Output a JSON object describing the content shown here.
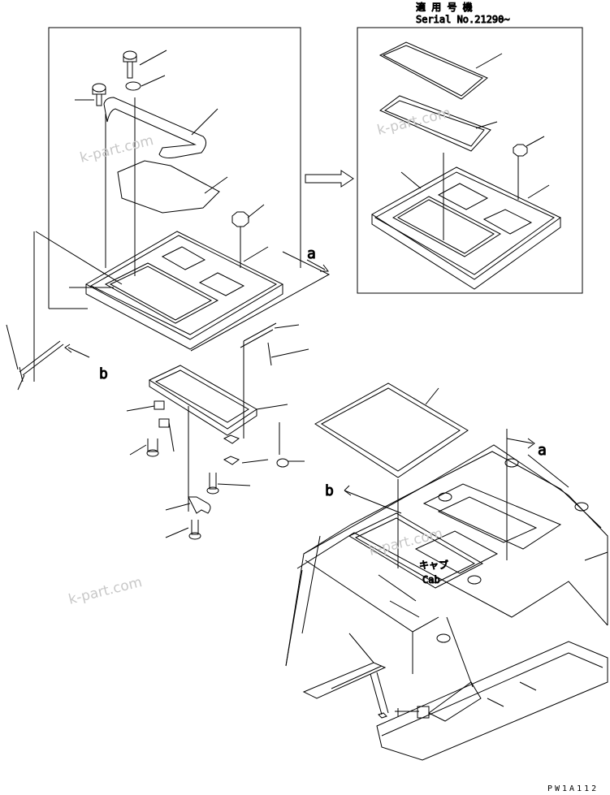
{
  "header": {
    "applicable_jp": "適 用 号 機",
    "serial": "Serial No.21290~"
  },
  "labels": {
    "view_a_top": "a",
    "view_b_left": "b",
    "view_a_cab": "a",
    "view_b_cab": "b",
    "cab_jp": "キャブ",
    "cab_en": "Cab"
  },
  "watermarks": [
    "k-part.com",
    "k-part.com",
    "k-part.com",
    "k-part.com"
  ],
  "footer": {
    "drawing_code": "PW1A112"
  }
}
